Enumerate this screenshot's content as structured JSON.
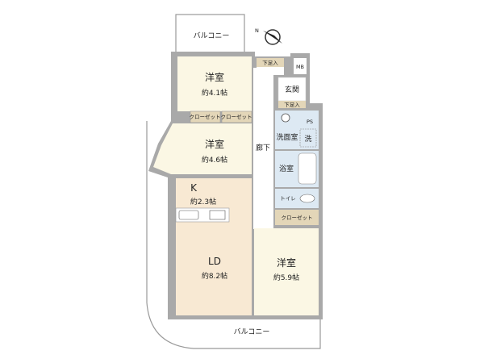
{
  "rooms": {
    "balcony_top": "バルコニー",
    "balcony_bottom": "バルコニー",
    "bedroom1": {
      "name": "洋室",
      "size": "約4.1帖"
    },
    "bedroom2": {
      "name": "洋室",
      "size": "約4.6帖"
    },
    "bedroom3": {
      "name": "洋室",
      "size": "約5.9帖"
    },
    "kitchen": {
      "name": "K",
      "size": "約2.3帖"
    },
    "living": {
      "name": "LD",
      "size": "約8.2帖"
    },
    "closet1": "クローゼット",
    "closet2": "クローゼット",
    "closet3": "クローゼット",
    "shoe_storage_top": "下足入",
    "shoe_storage_entry": "下足入",
    "mb": "MB",
    "entrance": "玄関",
    "ps": "PS",
    "washroom": "洗面室",
    "washer": "洗",
    "bathroom": "浴室",
    "toilet": "トイレ",
    "corridor": "廊下"
  },
  "compass": {
    "label": "N"
  },
  "colors": {
    "room": "#fbf7e4",
    "ldk": "#f8e9d3",
    "wet": "#dde9f3",
    "storage": "#e3d6b8",
    "wall": "#a9a9a9"
  }
}
